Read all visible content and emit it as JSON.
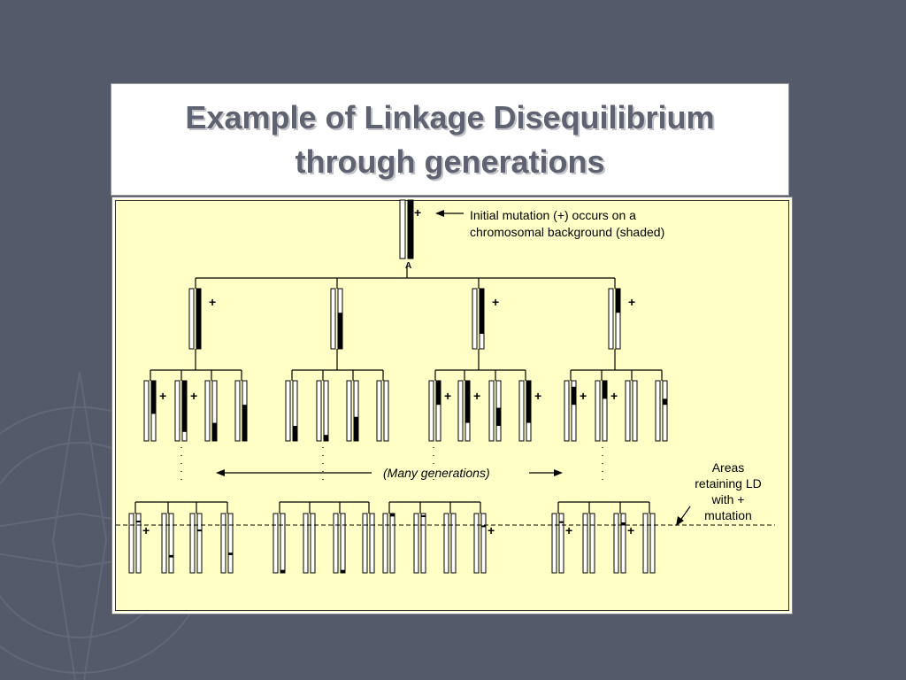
{
  "slide": {
    "title_line1": "Example of Linkage Disequilibrium",
    "title_line2": "through generations"
  },
  "diagram": {
    "founder_annotation_line1": "Initial mutation (+) occurs on a",
    "founder_annotation_line2": "chromosomal background (shaded)",
    "founder_label": "A",
    "mutation_symbol": "+",
    "generations_label": "(Many generations)",
    "ld_annotation_lines": [
      "Areas",
      "retaining LD",
      "with +",
      "mutation"
    ]
  },
  "colors": {
    "background": "#555a6b",
    "panel": "#ffffc6",
    "title_text": "#5f6270",
    "shaded_segment": "#000000"
  }
}
